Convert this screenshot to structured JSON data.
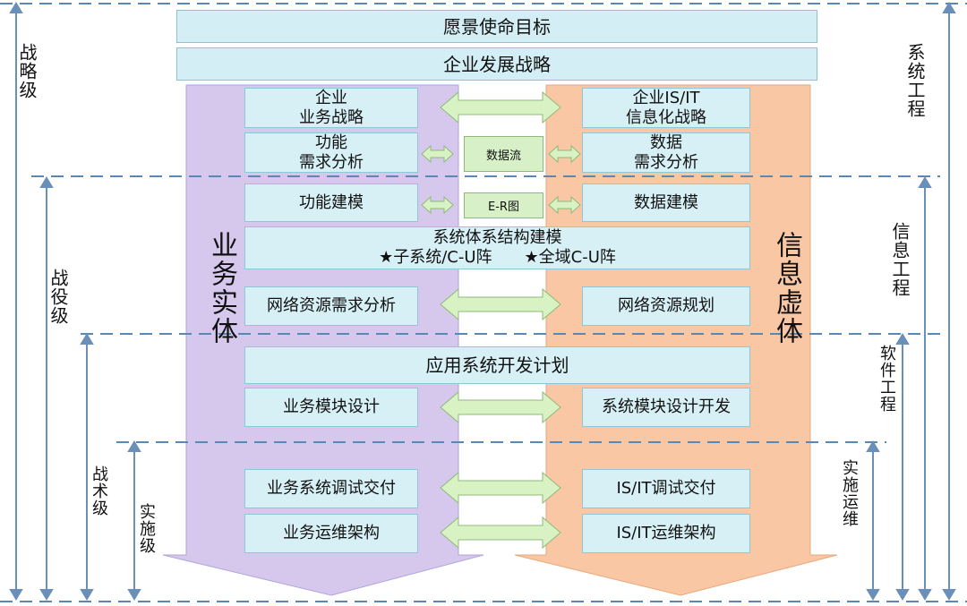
{
  "banners": {
    "vision": "愿景使命目标",
    "strategy": "企业发展战略"
  },
  "columns": {
    "left_entity": "业务实体",
    "right_entity": "信息虚体"
  },
  "left_boxes": {
    "biz_strategy": "企业\n业务战略",
    "func_req": "功能\n需求分析",
    "func_model": "功能建模",
    "net_req": "网络资源需求分析",
    "biz_module": "业务模块设计",
    "biz_deploy": "业务系统调试交付",
    "biz_ops": "业务运维架构"
  },
  "right_boxes": {
    "it_strategy": "企业IS/IT\n信息化战略",
    "data_req": "数据\n需求分析",
    "data_model": "数据建模",
    "net_plan": "网络资源规划",
    "sys_module": "系统模块设计开发",
    "it_deploy": "IS/IT调试交付",
    "it_ops": "IS/IT运维架构"
  },
  "center": {
    "dataflow": "数据流",
    "er": "E-R图",
    "arch_title": "系统体系结构建模",
    "arch_sub": "★子系统/C-U阵　　★全域C-U阵",
    "app_plan": "应用系统开发计划"
  },
  "levels": {
    "strategic": "战略级",
    "campaign": "战役级",
    "tactical": "战术级",
    "implementation": "实施级"
  },
  "engineering": {
    "system": "系统工程",
    "information": "信息工程",
    "software": "软件工程",
    "ops": "实施运维"
  },
  "colors": {
    "left_column": "#d5c8ec",
    "right_column": "#f9c7a3",
    "box": "#d6f0f6",
    "arrow": "#d9f2c4",
    "dash": "#6a8fb8"
  }
}
